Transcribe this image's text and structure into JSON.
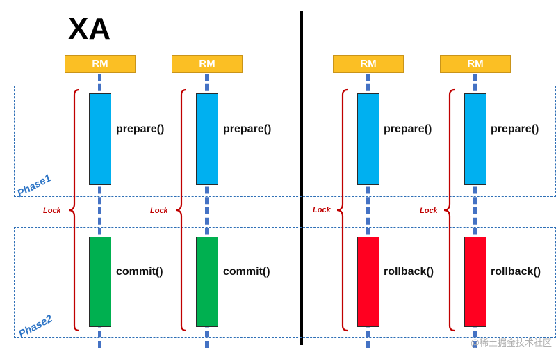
{
  "title": "XA",
  "phases": [
    "Phase1",
    "Phase2"
  ],
  "lock_label": "Lock",
  "columns": [
    {
      "rm": "RM",
      "op1": "prepare()",
      "op2": "commit()",
      "op2_kind": "commit"
    },
    {
      "rm": "RM",
      "op1": "prepare()",
      "op2": "commit()",
      "op2_kind": "commit"
    },
    {
      "rm": "RM",
      "op1": "prepare()",
      "op2": "rollback()",
      "op2_kind": "rollback"
    },
    {
      "rm": "RM",
      "op1": "prepare()",
      "op2": "rollback()",
      "op2_kind": "rollback"
    }
  ],
  "colors": {
    "rm": "#fbbf24",
    "prepare": "#00b0f0",
    "commit": "#00b050",
    "rollback": "#ff0020",
    "lifeline": "#4472c4",
    "lock": "#c00000",
    "phase": "#2e75c6"
  },
  "watermark": "@稀土掘金技术社区"
}
